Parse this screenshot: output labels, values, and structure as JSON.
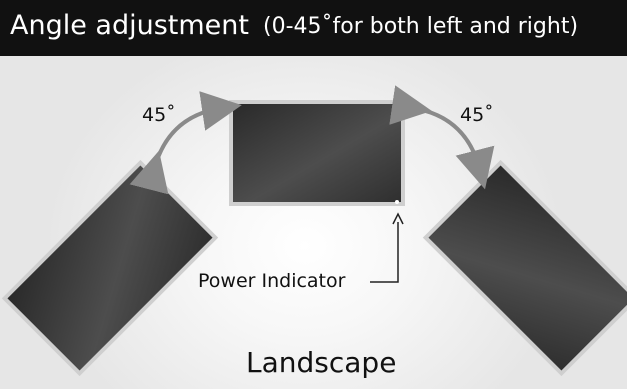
{
  "header": {
    "title": "Angle adjustment",
    "subtitle": "(0-45˚for both left and right)"
  },
  "angles": {
    "left": "45˚",
    "right": "45˚"
  },
  "power_indicator": {
    "label": "Power Indicator"
  },
  "caption": "Landscape",
  "colors": {
    "header_bg": "#111111",
    "header_text": "#ffffff",
    "arrow": "#8a8a8a",
    "screen_dark": "#2b2b2b",
    "screen_light": "#5a5a5a",
    "bezel": "#d8d8d8"
  }
}
